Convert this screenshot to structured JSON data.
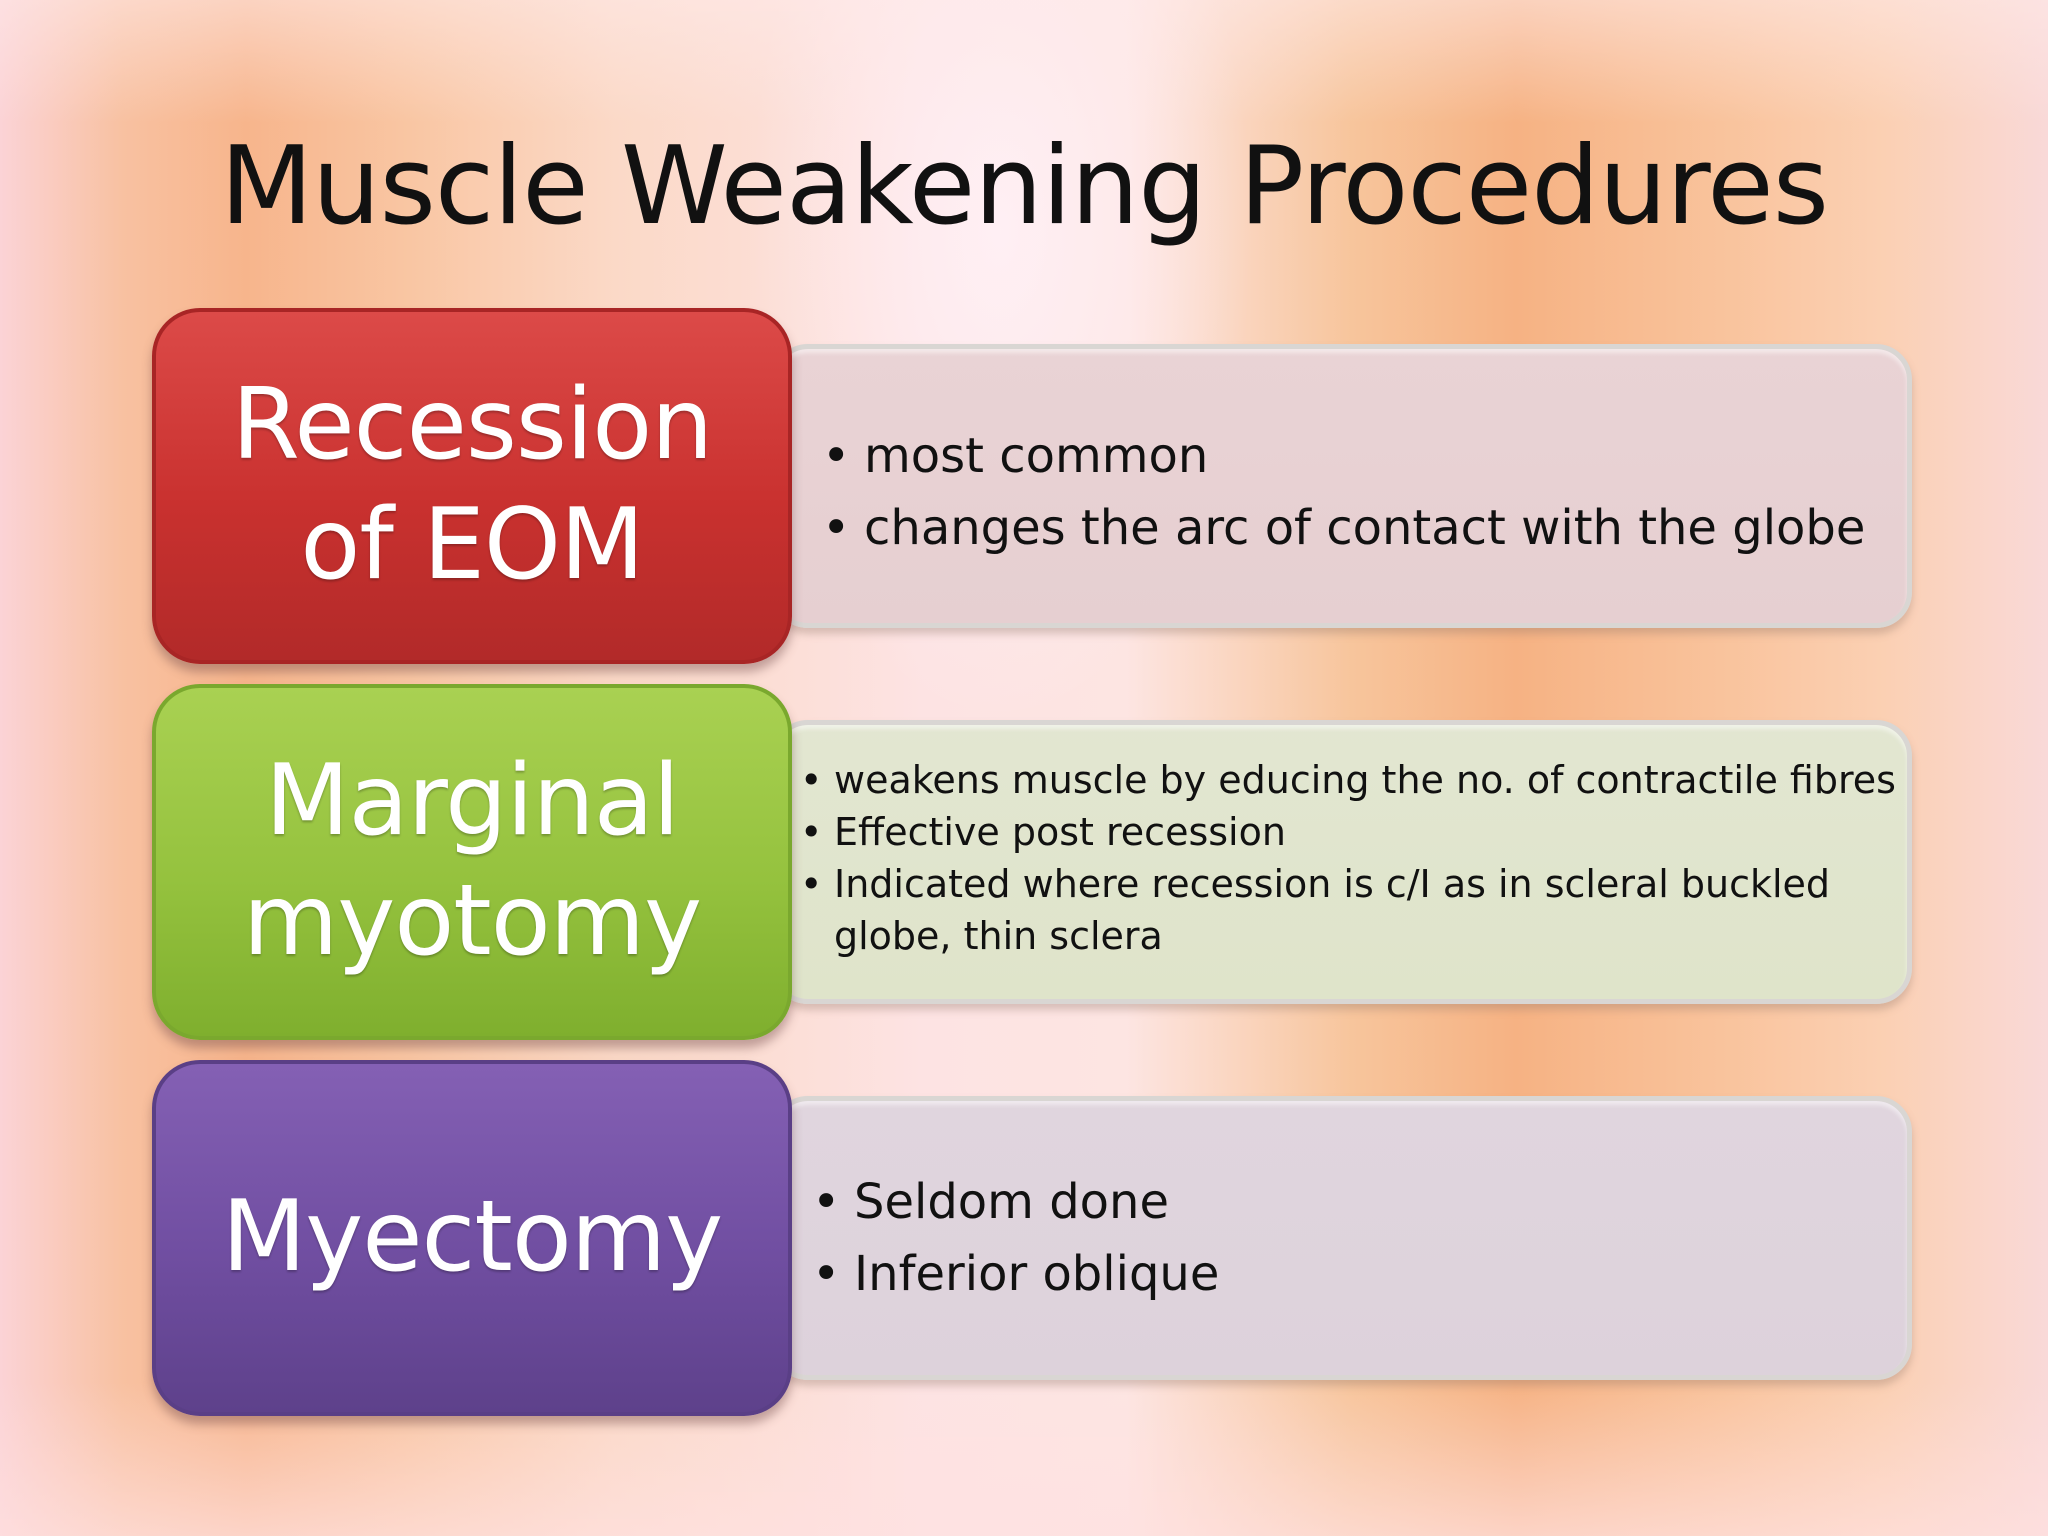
{
  "slide": {
    "title": "Muscle Weakening Procedures",
    "rows": [
      {
        "label": "Recession of EOM",
        "label_line1": "Recession",
        "label_line2": "of EOM",
        "color": "#c9312f",
        "bullets": [
          "most common",
          "changes the arc of contact with the globe"
        ]
      },
      {
        "label": "Marginal myotomy",
        "label_line1": "Marginal",
        "label_line2": "myotomy",
        "color": "#95c23e",
        "bullets": [
          "weakens muscle by educing the no. of contractile fibres",
          "Effective post recession",
          "Indicated where recession is c/I as in scleral buckled globe, thin sclera"
        ]
      },
      {
        "label": "Myectomy",
        "label_line1": "Myectomy",
        "color": "#704ea1",
        "bullets": [
          "Seldom done",
          "Inferior oblique"
        ]
      }
    ]
  }
}
